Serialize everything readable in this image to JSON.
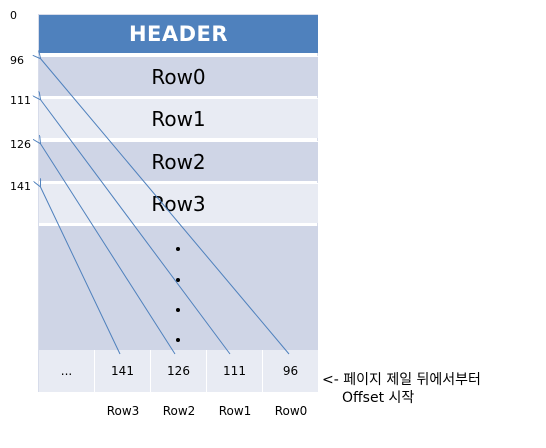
{
  "header": {
    "label": "HEADER"
  },
  "rows": [
    {
      "label": "Row0"
    },
    {
      "label": "Row1"
    },
    {
      "label": "Row2"
    },
    {
      "label": "Row3"
    }
  ],
  "offsets": [
    "0",
    "96",
    "111",
    "126",
    "141"
  ],
  "slots": [
    "...",
    "141",
    "126",
    "111",
    "96"
  ],
  "row_labels": [
    "Row3",
    "Row2",
    "Row1",
    "Row0"
  ],
  "note": {
    "line1": "<- 페이지 제일 뒤에서부터",
    "line2": "Offset 시작"
  },
  "colors": {
    "header": "#4f81bd",
    "row_dark": "#cfd5e6",
    "row_light": "#e8ebf3",
    "arrow": "#4f81bd"
  }
}
